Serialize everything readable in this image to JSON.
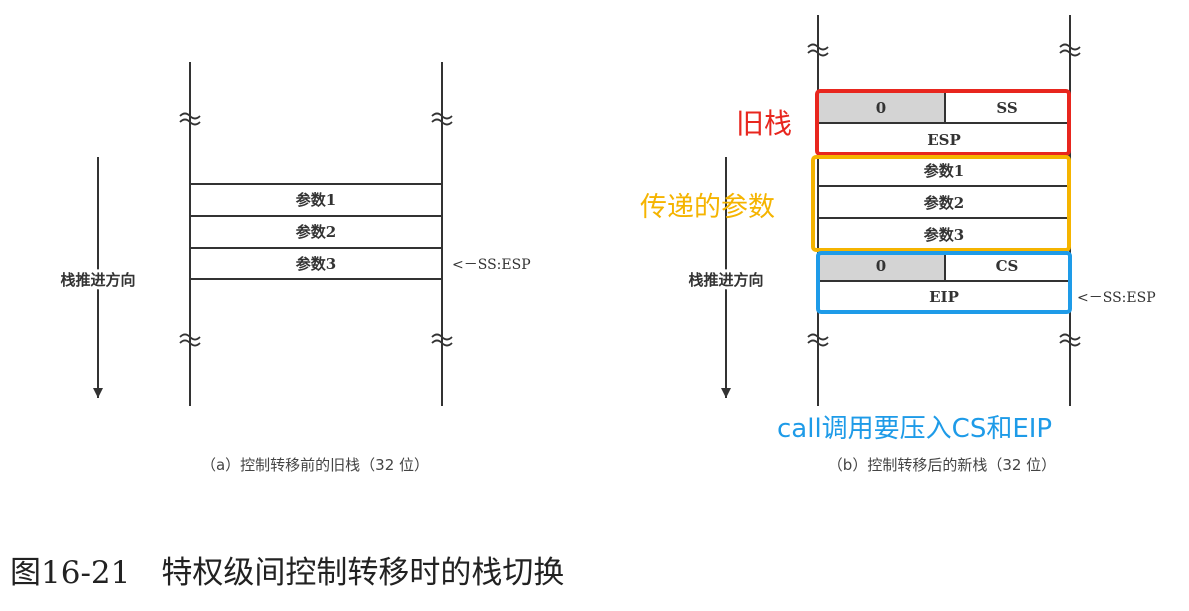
{
  "diagram_a": {
    "cells": [
      "参数1",
      "参数2",
      "参数3"
    ],
    "pointer": "<－SS:ESP",
    "direction_label": "栈推进方向",
    "caption": "（a）控制转移前的旧栈（32 位）"
  },
  "diagram_b": {
    "cells": {
      "ss_zero": "0",
      "ss": "SS",
      "esp": "ESP",
      "param1": "参数1",
      "param2": "参数2",
      "param3": "参数3",
      "cs_zero": "0",
      "cs": "CS",
      "eip": "EIP"
    },
    "pointer": "<－SS:ESP",
    "direction_label": "栈推进方向",
    "caption": "（b）控制转移后的新栈（32 位）"
  },
  "annotations": {
    "old_stack": "旧栈",
    "passed_params": "传递的参数",
    "call_push": "call调用要压入CS和EIP"
  },
  "figure_title": "图16-21　特权级间控制转移时的栈切换",
  "colors": {
    "old_stack": "#e8261e",
    "passed_params": "#f5b400",
    "call_push": "#1e9be8",
    "gray_cell": "#d4d4d4",
    "line": "#333333"
  }
}
